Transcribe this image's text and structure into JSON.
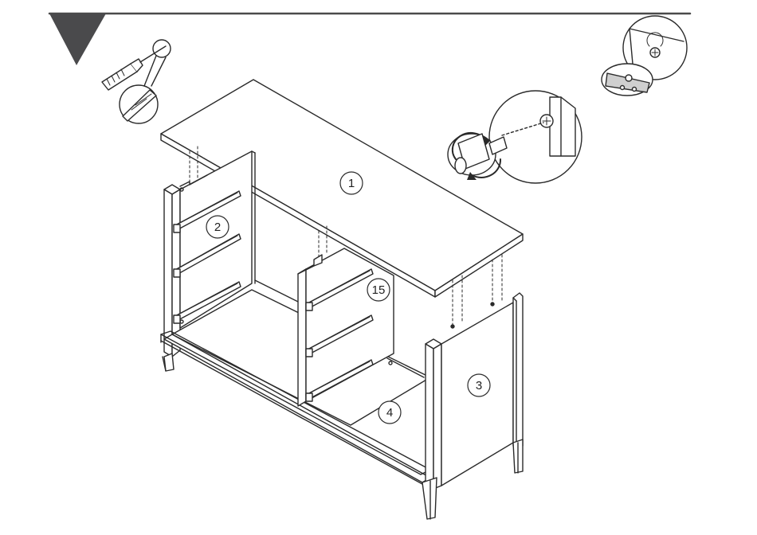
{
  "diagram": {
    "part_labels": [
      {
        "id": "top-panel",
        "text": "1"
      },
      {
        "id": "left-side-panel",
        "text": "2"
      },
      {
        "id": "right-side-panel",
        "text": "3"
      },
      {
        "id": "bottom-panel",
        "text": "4"
      },
      {
        "id": "middle-divider",
        "text": "15"
      }
    ]
  }
}
